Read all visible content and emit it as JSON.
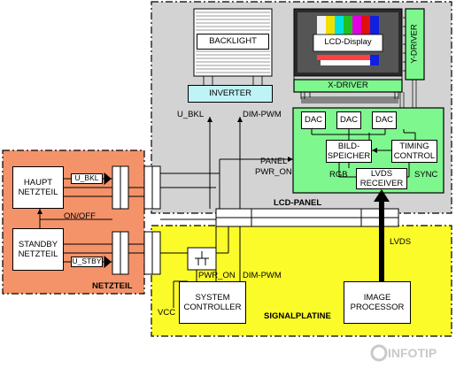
{
  "regions": {
    "lcd_panel": "LCD-PANEL",
    "netzteil": "NETZTEIL",
    "signalplatine": "SIGNALPLATINE"
  },
  "blocks": {
    "backlight": "BACKLIGHT",
    "inverter": "INVERTER",
    "lcd_display": "LCD-Display",
    "x_driver": "X-DRIVER",
    "y_driver": "Y-DRIVER",
    "dac": [
      "DAC",
      "DAC",
      "DAC"
    ],
    "bildspeicher": "BILD-\nSPEICHER",
    "timing_control": "TIMING\nCONTROL",
    "lvds_receiver": "LVDS\nRECEIVER",
    "haupt_netzteil": "HAUPT\nNETZTEIL",
    "standby_netzteil": "STANDBY\nNETZTEIL",
    "system_controller": "SYSTEM\nCONTROLLER",
    "image_processor": "IMAGE\nPROCESSOR"
  },
  "signals": {
    "u_bkl_inverter": "U_BKL",
    "dim_pwm_inverter": "DIM-PWM",
    "panel": "PANEL",
    "pwr_on_panel": "PWR_ON",
    "rgb": "RGB",
    "sync": "SYNC",
    "u_bkl_netzteil": "U_BKL",
    "on_off": "ON/OFF",
    "u_stby": "U_STBY",
    "lvds": "LVDS",
    "pwr_on_sys": "PWR_ON",
    "dim_pwm_sys": "DIM-PWM",
    "vcc": "VCC"
  },
  "watermark": "INFOTIP",
  "colors": {
    "lcd_region": "#d3d3d3",
    "netzteil_region": "#f4936a",
    "signal_region": "#fbfb2a",
    "green": "#7ef78e",
    "cyan": "#bff3f5"
  }
}
